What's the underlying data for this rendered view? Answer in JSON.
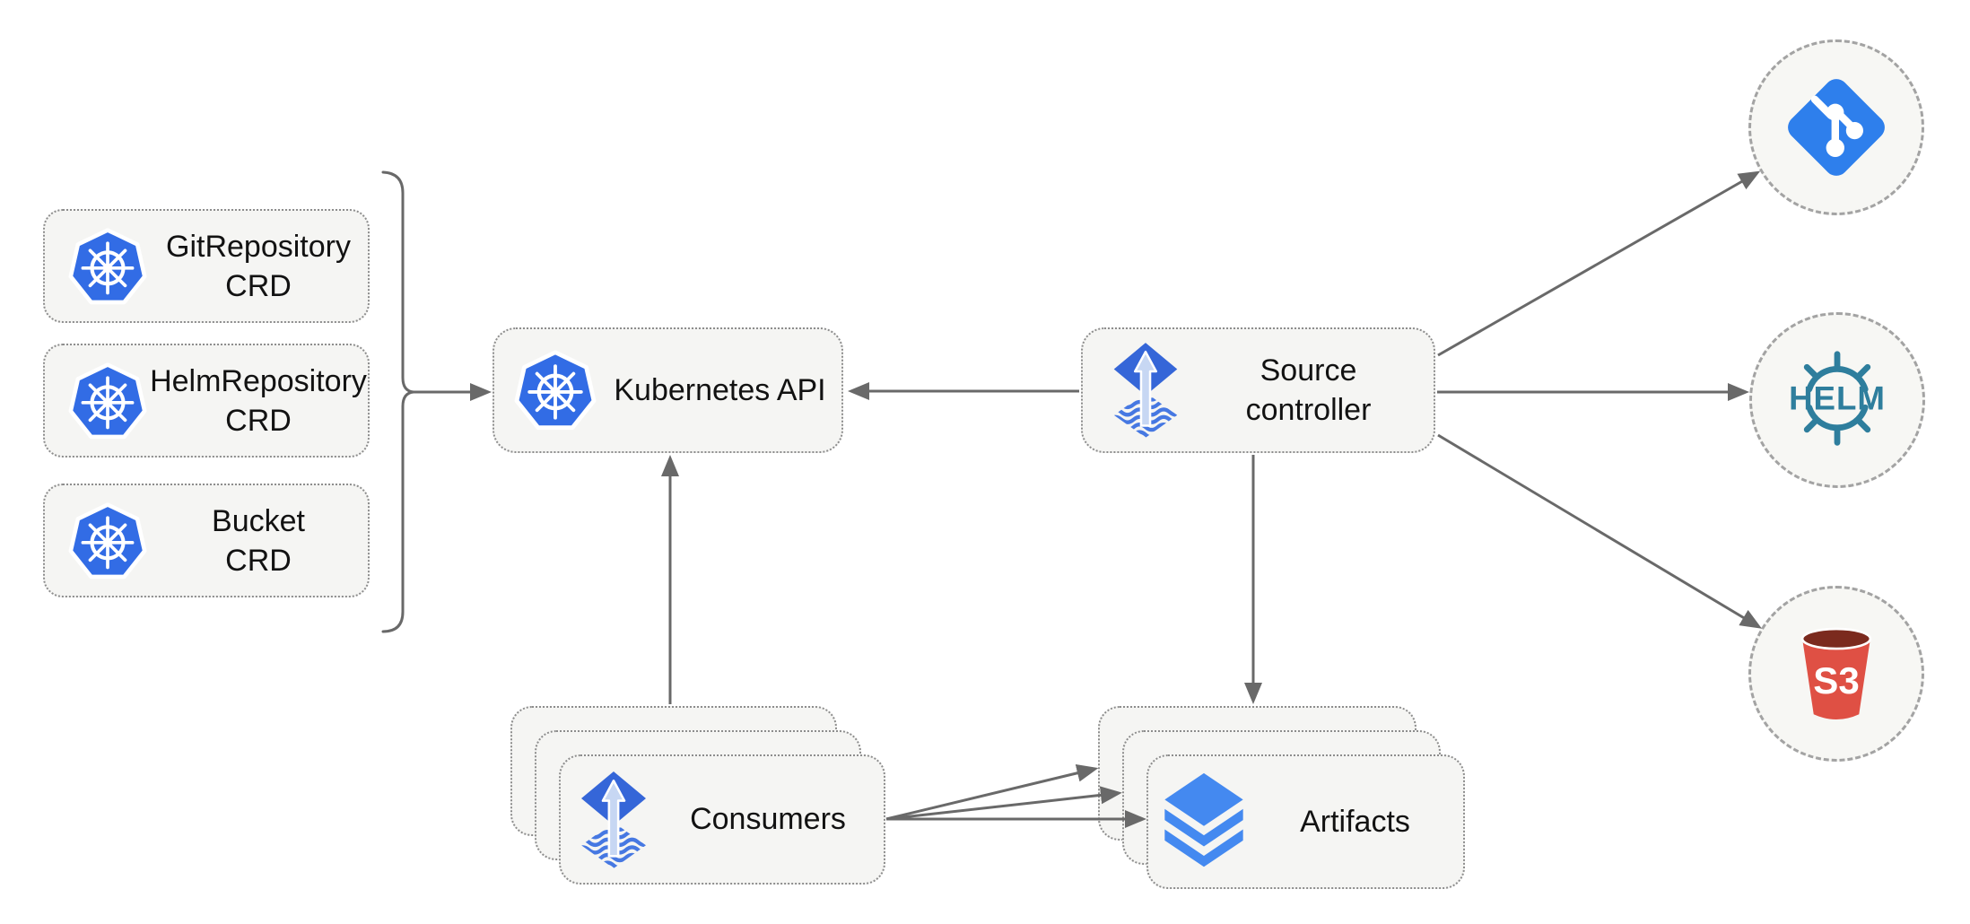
{
  "diagram": {
    "nodes": {
      "crd_boxes": [
        {
          "line1": "GitRepository",
          "line2": "CRD"
        },
        {
          "line1": "HelmRepository",
          "line2": "CRD"
        },
        {
          "line1": "Bucket",
          "line2": "CRD"
        }
      ],
      "kubernetes_api": {
        "label": "Kubernetes API"
      },
      "source_controller": {
        "line1": "Source",
        "line2": "controller"
      },
      "consumers": {
        "label": "Consumers"
      },
      "artifacts": {
        "label": "Artifacts"
      }
    },
    "external_targets": {
      "git": {
        "icon": "git-icon"
      },
      "helm": {
        "icon": "helm-icon",
        "label": "HELM"
      },
      "s3": {
        "icon": "s3-bucket-icon",
        "label": "S3"
      }
    },
    "colors": {
      "kubernetes_blue": "#326CE5",
      "flux_blue": "#3566D8",
      "flux_arrow_light": "#C7D7F3",
      "flux_wave_blue": "#4678E2",
      "git_blue": "#2E7FEC",
      "helm_teal": "#2E7E9D",
      "s3_red": "#DF5044",
      "s3_dark_red": "#7B2A1E",
      "artifact_blue": "#4489F0",
      "arrow_gray": "#696969",
      "node_fill": "#F5F5F3",
      "node_border": "#8D8D8D"
    }
  }
}
